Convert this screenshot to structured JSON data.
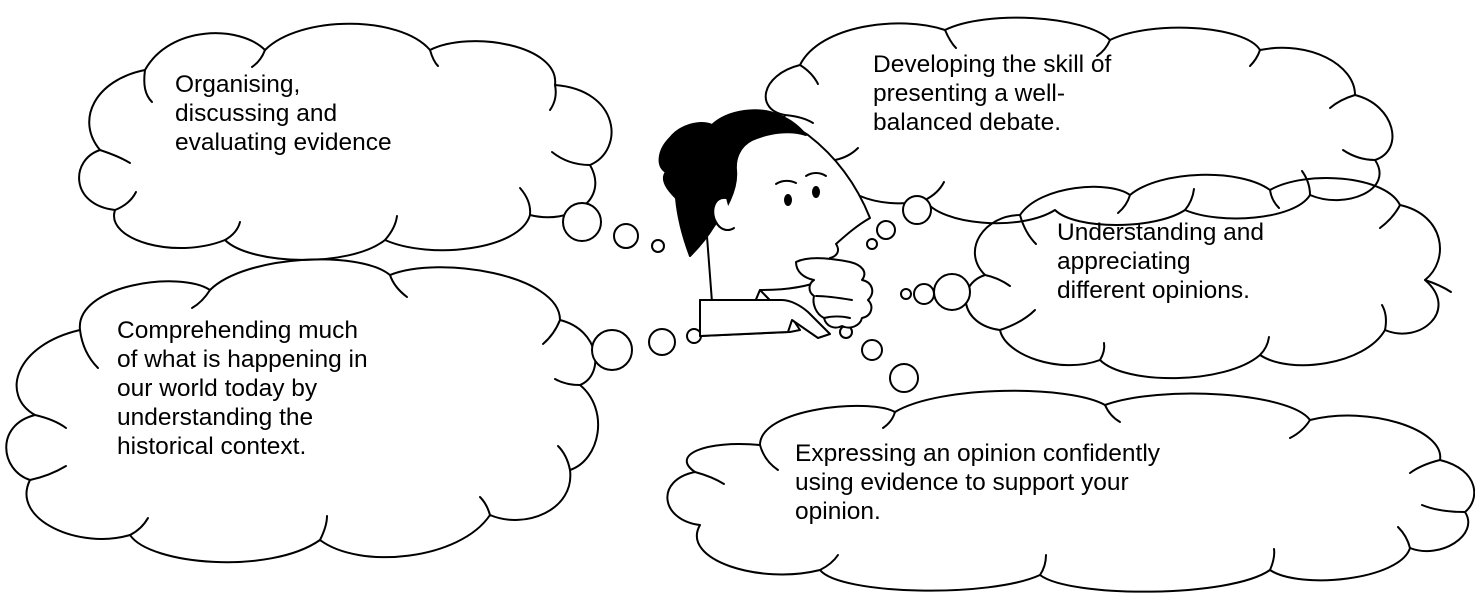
{
  "clouds": {
    "c1": {
      "text": "Organising,\ndiscussing and\nevaluating evidence"
    },
    "c2": {
      "text": "Developing the skill of\npresenting a well-\nbalanced debate."
    },
    "c3": {
      "text": "Understanding and\nappreciating\ndifferent opinions."
    },
    "c4": {
      "text": "Comprehending much\nof what is happening in\nour world today by\nunderstanding the\nhistorical context."
    },
    "c5": {
      "text": "Expressing an opinion confidently\nusing evidence to support your\nopinion."
    }
  },
  "colors": {
    "stroke": "#000000",
    "fill": "#ffffff",
    "hair": "#000000"
  }
}
